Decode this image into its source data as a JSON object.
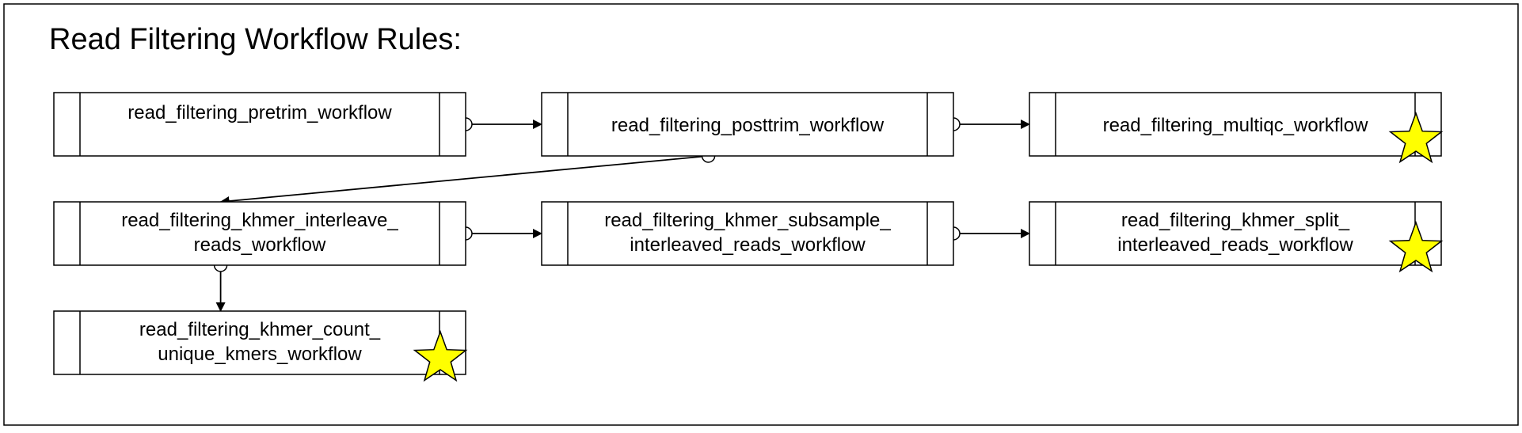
{
  "title": "Read Filtering Workflow Rules:",
  "colors": {
    "border": "#000000",
    "star_fill": "#FFFF00",
    "background": "#FFFFFF"
  },
  "nodes": [
    {
      "id": "pretrim",
      "lines": [
        "read_filtering_pretrim_workflow"
      ],
      "starred": false
    },
    {
      "id": "posttrim",
      "lines": [
        "read_filtering_posttrim_workflow"
      ],
      "starred": false
    },
    {
      "id": "multiqc",
      "lines": [
        "read_filtering_multiqc_workflow"
      ],
      "starred": true
    },
    {
      "id": "interleave",
      "lines": [
        "read_filtering_khmer_interleave_",
        "reads_workflow"
      ],
      "starred": false
    },
    {
      "id": "subsample",
      "lines": [
        "read_filtering_khmer_subsample_",
        "interleaved_reads_workflow"
      ],
      "starred": false
    },
    {
      "id": "split",
      "lines": [
        "read_filtering_khmer_split_",
        "interleaved_reads_workflow"
      ],
      "starred": true
    },
    {
      "id": "count",
      "lines": [
        "read_filtering_khmer_count_",
        "unique_kmers_workflow"
      ],
      "starred": true
    }
  ],
  "edges": [
    {
      "from": "pretrim",
      "to": "posttrim"
    },
    {
      "from": "posttrim",
      "to": "multiqc"
    },
    {
      "from": "posttrim",
      "to": "interleave"
    },
    {
      "from": "interleave",
      "to": "subsample"
    },
    {
      "from": "subsample",
      "to": "split"
    },
    {
      "from": "interleave",
      "to": "count"
    }
  ]
}
